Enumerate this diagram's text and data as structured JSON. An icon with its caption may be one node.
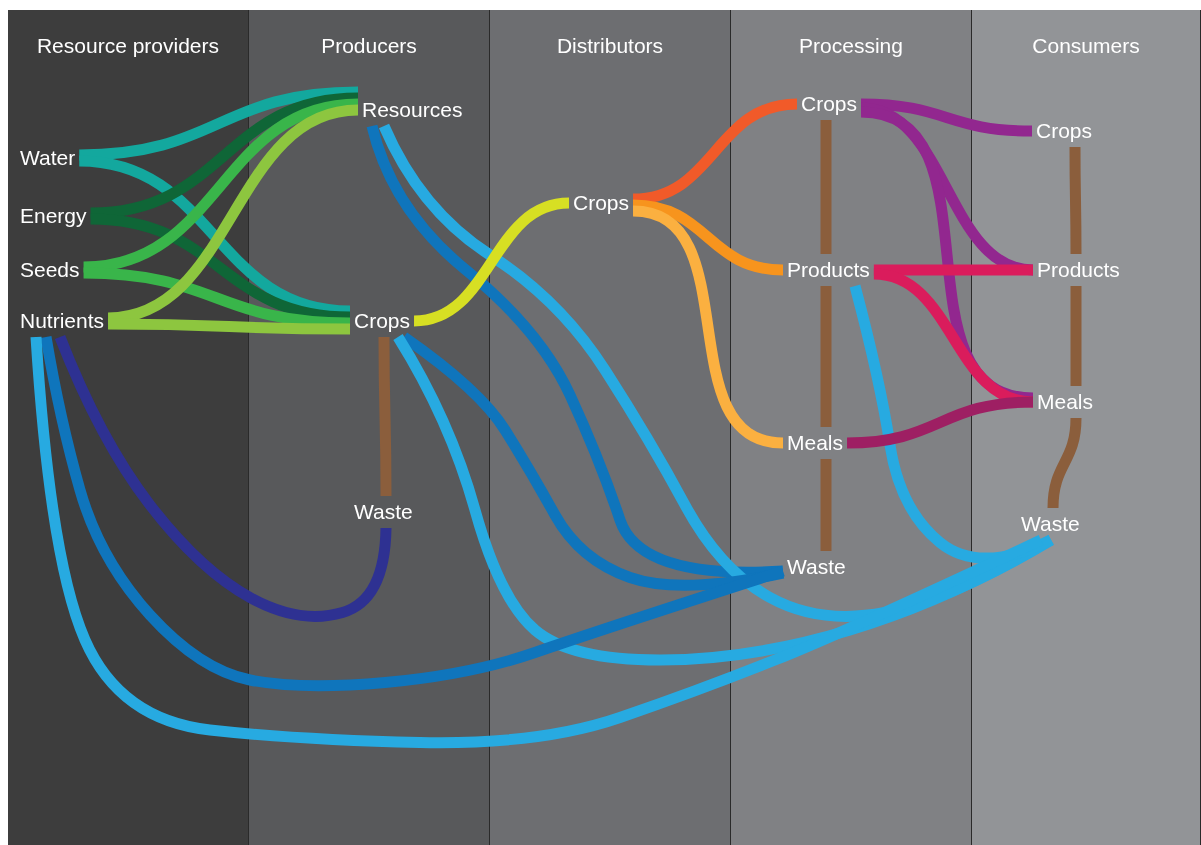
{
  "diagram": {
    "nodes": [
      {
        "text": [
          "Resource providers"
        ]
      },
      {
        "text": [
          "Water"
        ],
        "in": 0
      },
      {
        "text": [
          "Energy"
        ],
        "in": 0
      },
      {
        "text": [
          "Seeds"
        ],
        "in": 0
      },
      {
        "text": [
          "Nutrients"
        ],
        "in": 0
      },
      {
        "text": [
          "Producers"
        ]
      },
      {
        "text": [
          "Resources"
        ],
        "in": 5
      },
      {
        "text": [
          "Crops"
        ],
        "in": 5
      },
      {
        "text": [
          "Waste"
        ],
        "in": 5
      },
      {
        "text": [
          "Distributors"
        ]
      },
      {
        "text": [
          "Crops"
        ],
        "in": 9
      },
      {
        "text": [
          "Processing"
        ]
      },
      {
        "text": [
          "Crops"
        ],
        "in": 11
      },
      {
        "text": [
          "Products"
        ],
        "in": 11
      },
      {
        "text": [
          "Meals"
        ],
        "in": 11
      },
      {
        "text": [
          "Waste"
        ],
        "in": 11
      },
      {
        "text": [
          "Consumers"
        ]
      },
      {
        "text": [
          "Crops"
        ],
        "in": 16
      },
      {
        "text": [
          "Products"
        ],
        "in": 16
      },
      {
        "text": [
          "Meals"
        ],
        "in": 16
      },
      {
        "text": [
          "Waste"
        ],
        "in": 16
      }
    ],
    "edges": [
      {
        "from": 1,
        "to": 6,
        "arrow": "none",
        "color": "#13a89e"
      },
      {
        "from": 1,
        "to": 7,
        "arrow": "none",
        "color": "#13a89e"
      },
      {
        "from": 2,
        "to": 6,
        "arrow": "none",
        "color": "#0f6637"
      },
      {
        "from": 2,
        "to": 7,
        "arrow": "none",
        "color": "#0f6637"
      },
      {
        "from": 3,
        "to": 6,
        "arrow": "none",
        "color": "#39b54a"
      },
      {
        "from": 3,
        "to": 7,
        "arrow": "none",
        "color": "#39b54a"
      },
      {
        "from": 4,
        "to": 6,
        "arrow": "none",
        "color": "#8dc63f"
      },
      {
        "from": 4,
        "to": 7,
        "arrow": "none",
        "color": "#8dc63f"
      },
      {
        "from": 6,
        "to": 15,
        "arrow": "none",
        "color": "#0f75bc"
      },
      {
        "from": 6,
        "to": 20,
        "arrow": "none",
        "color": "#27aae1"
      },
      {
        "from": 7,
        "to": 10,
        "arrow": "none",
        "color": "#d7df23"
      },
      {
        "from": 7,
        "to": 15,
        "arrow": "none",
        "color": "#0f75bc"
      },
      {
        "from": 7,
        "to": 20,
        "arrow": "none",
        "color": "#27aae1"
      },
      {
        "from": 7,
        "to": 8,
        "arrow": "none",
        "color": "#8b5e3c"
      },
      {
        "from": 8,
        "to": 4,
        "arrow": "none",
        "color": "#2e3192"
      },
      {
        "from": 10,
        "to": 12,
        "arrow": "none",
        "color": "#f15a29"
      },
      {
        "from": 10,
        "to": 13,
        "arrow": "none",
        "color": "#f7941d"
      },
      {
        "from": 10,
        "to": 14,
        "arrow": "none",
        "color": "#fbb040"
      },
      {
        "from": 12,
        "to": 13,
        "arrow": "none",
        "color": "#8b5e3c"
      },
      {
        "from": 13,
        "to": 14,
        "arrow": "none",
        "color": "#8b5e3c"
      },
      {
        "from": 14,
        "to": 15,
        "arrow": "none",
        "color": "#8b5e3c"
      },
      {
        "from": 15,
        "to": 4,
        "arrow": "none",
        "color": "#0f75bc"
      },
      {
        "from": 12,
        "to": 17,
        "arrow": "none",
        "color": "#92278f"
      },
      {
        "from": 12,
        "to": 18,
        "arrow": "none",
        "color": "#92278f"
      },
      {
        "from": 12,
        "to": 19,
        "arrow": "none",
        "color": "#92278f"
      },
      {
        "from": 13,
        "to": 18,
        "arrow": "none",
        "color": "#da1c5c"
      },
      {
        "from": 13,
        "to": 19,
        "arrow": "none",
        "color": "#da1c5c"
      },
      {
        "from": 13,
        "to": 20,
        "arrow": "none",
        "color": "#27aae1"
      },
      {
        "from": 14,
        "to": 19,
        "arrow": "none",
        "color": "#9e1f63"
      },
      {
        "from": 17,
        "to": 18,
        "arrow": "none",
        "color": "#8b5e3c"
      },
      {
        "from": 18,
        "to": 19,
        "arrow": "none",
        "color": "#8b5e3c"
      },
      {
        "from": 19,
        "to": 20,
        "arrow": "none",
        "color": "#8b5e3c"
      },
      {
        "from": 20,
        "to": 4,
        "arrow": "none",
        "color": "#27aae1"
      }
    ]
  }
}
